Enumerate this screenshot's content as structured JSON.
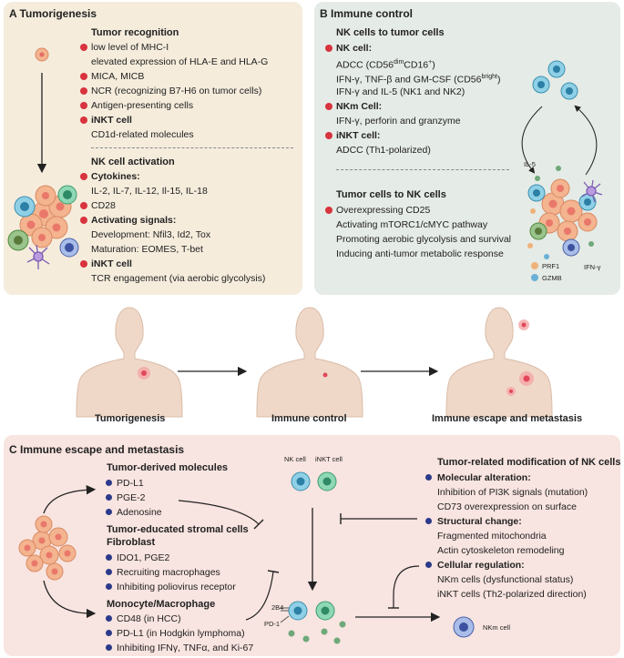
{
  "panel_a": {
    "title": "A  Tumorigenesis",
    "tumor_recognition": {
      "heading": "Tumor recognition",
      "items": [
        {
          "text": "low level of MHC-I",
          "bullet": true,
          "bold": false
        },
        {
          "text": "elevated expression of HLA-E and HLA-G",
          "bullet": false,
          "bold": false
        },
        {
          "text": "MICA, MICB",
          "bullet": true,
          "bold": false
        },
        {
          "text": "NCR (recognizing B7-H6 on tumor cells)",
          "bullet": true,
          "bold": false
        },
        {
          "text": "Antigen-presenting cells",
          "bullet": true,
          "bold": false
        },
        {
          "text": "iNKT cell",
          "bullet": true,
          "bold": true
        },
        {
          "text": "CD1d-related molecules",
          "bullet": false,
          "bold": false
        }
      ]
    },
    "nk_activation": {
      "heading": "NK cell activation",
      "items": [
        {
          "text": "Cytokines:",
          "bullet": true,
          "bold": true
        },
        {
          "text": "IL-2, IL-7, IL-12, Il-15, IL-18",
          "bullet": false,
          "bold": false
        },
        {
          "text": "CD28",
          "bullet": true,
          "bold": false
        },
        {
          "text": "Activating signals:",
          "bullet": true,
          "bold": true
        },
        {
          "text": "Development: Nfil3, Id2, Tox",
          "bullet": false,
          "bold": false
        },
        {
          "text": "Maturation: EOMES, T-bet",
          "bullet": false,
          "bold": false
        },
        {
          "text": "iNKT cell",
          "bullet": true,
          "bold": true
        },
        {
          "text": "TCR engagement (via aerobic glycolysis)",
          "bullet": false,
          "bold": false
        }
      ]
    }
  },
  "panel_b": {
    "title": "B  Immune control",
    "nk_to_tumor": {
      "heading": "NK cells to tumor cells",
      "nk_cell": "NK cell:",
      "adcc_pre": "ADCC (CD56",
      "adcc_sup1": "dim",
      "adcc_mid": "CD16",
      "adcc_sup2": "+",
      "adcc_post": ")",
      "ifn_pre": "IFN-γ, TNF-β and GM-CSF (CD56",
      "ifn_sup": "bright",
      "ifn_post": ")",
      "ifn_il5": "IFN-γ and IL-5 (NK1 and NK2)",
      "nkm_cell": "NKm Cell:",
      "nkm_text": "IFN-γ, perforin and granzyme",
      "inkt_cell": "iNKT cell:",
      "inkt_text": "ADCC (Th1-polarized)"
    },
    "tumor_to_nk": {
      "heading": "Tumor cells to NK cells",
      "items": [
        {
          "text": "Overexpressing CD25",
          "bullet": true
        },
        {
          "text": "Activating mTORC1/cMYC pathway",
          "bullet": false
        },
        {
          "text": "Promoting aerobic glycolysis and survival",
          "bullet": false
        },
        {
          "text": "Inducing anti-tumor metabolic response",
          "bullet": false
        }
      ]
    },
    "fig_labels": {
      "il5": "IL-5",
      "prf1": "PRF1",
      "gzmb": "GZMB",
      "ifng": "IFN-γ"
    }
  },
  "stages": {
    "s1": "Tumorigenesis",
    "s2": "Immune control",
    "s3": "Immune escape and metastasis"
  },
  "panel_c": {
    "title": "C  Immune escape and metastasis",
    "tumor_derived": {
      "heading": "Tumor-derived molecules",
      "items": [
        "PD-L1",
        "PGE-2",
        "Adenosine"
      ]
    },
    "stromal": {
      "heading": "Tumor-educated stromal cells",
      "fibroblast": "Fibroblast",
      "fib_items": [
        "IDO1, PGE2",
        "Recruiting macrophages",
        "Inhibiting poliovirus receptor"
      ],
      "mono": "Monocyte/Macrophage",
      "mono_items": [
        "CD48 (in HCC)",
        "PD-L1 (in Hodgkin lymphoma)",
        "Inhibiting IFNγ, TNFα, and Ki-67"
      ]
    },
    "cells": {
      "nk": "NK cell",
      "inkt": "iNKT cell",
      "b4": "2B4",
      "pd1": "PD-1",
      "nkm": "NKm cell"
    },
    "modification": {
      "heading": "Tumor-related modification of NK cells",
      "molecular": "Molecular alteration:",
      "molecular_items": [
        "Inhibition of PI3K signals (mutation)",
        "CD73 overexpression on surface"
      ],
      "structural": "Structural change:",
      "structural_items": [
        "Fragmented mitochondria",
        "Actin cytoskeleton remodeling"
      ],
      "cellular": "Cellular regulation:",
      "cellular_items": [
        "NKm cells (dysfunctional status)",
        "iNKT cells (Th2-polarized direction)"
      ]
    }
  }
}
